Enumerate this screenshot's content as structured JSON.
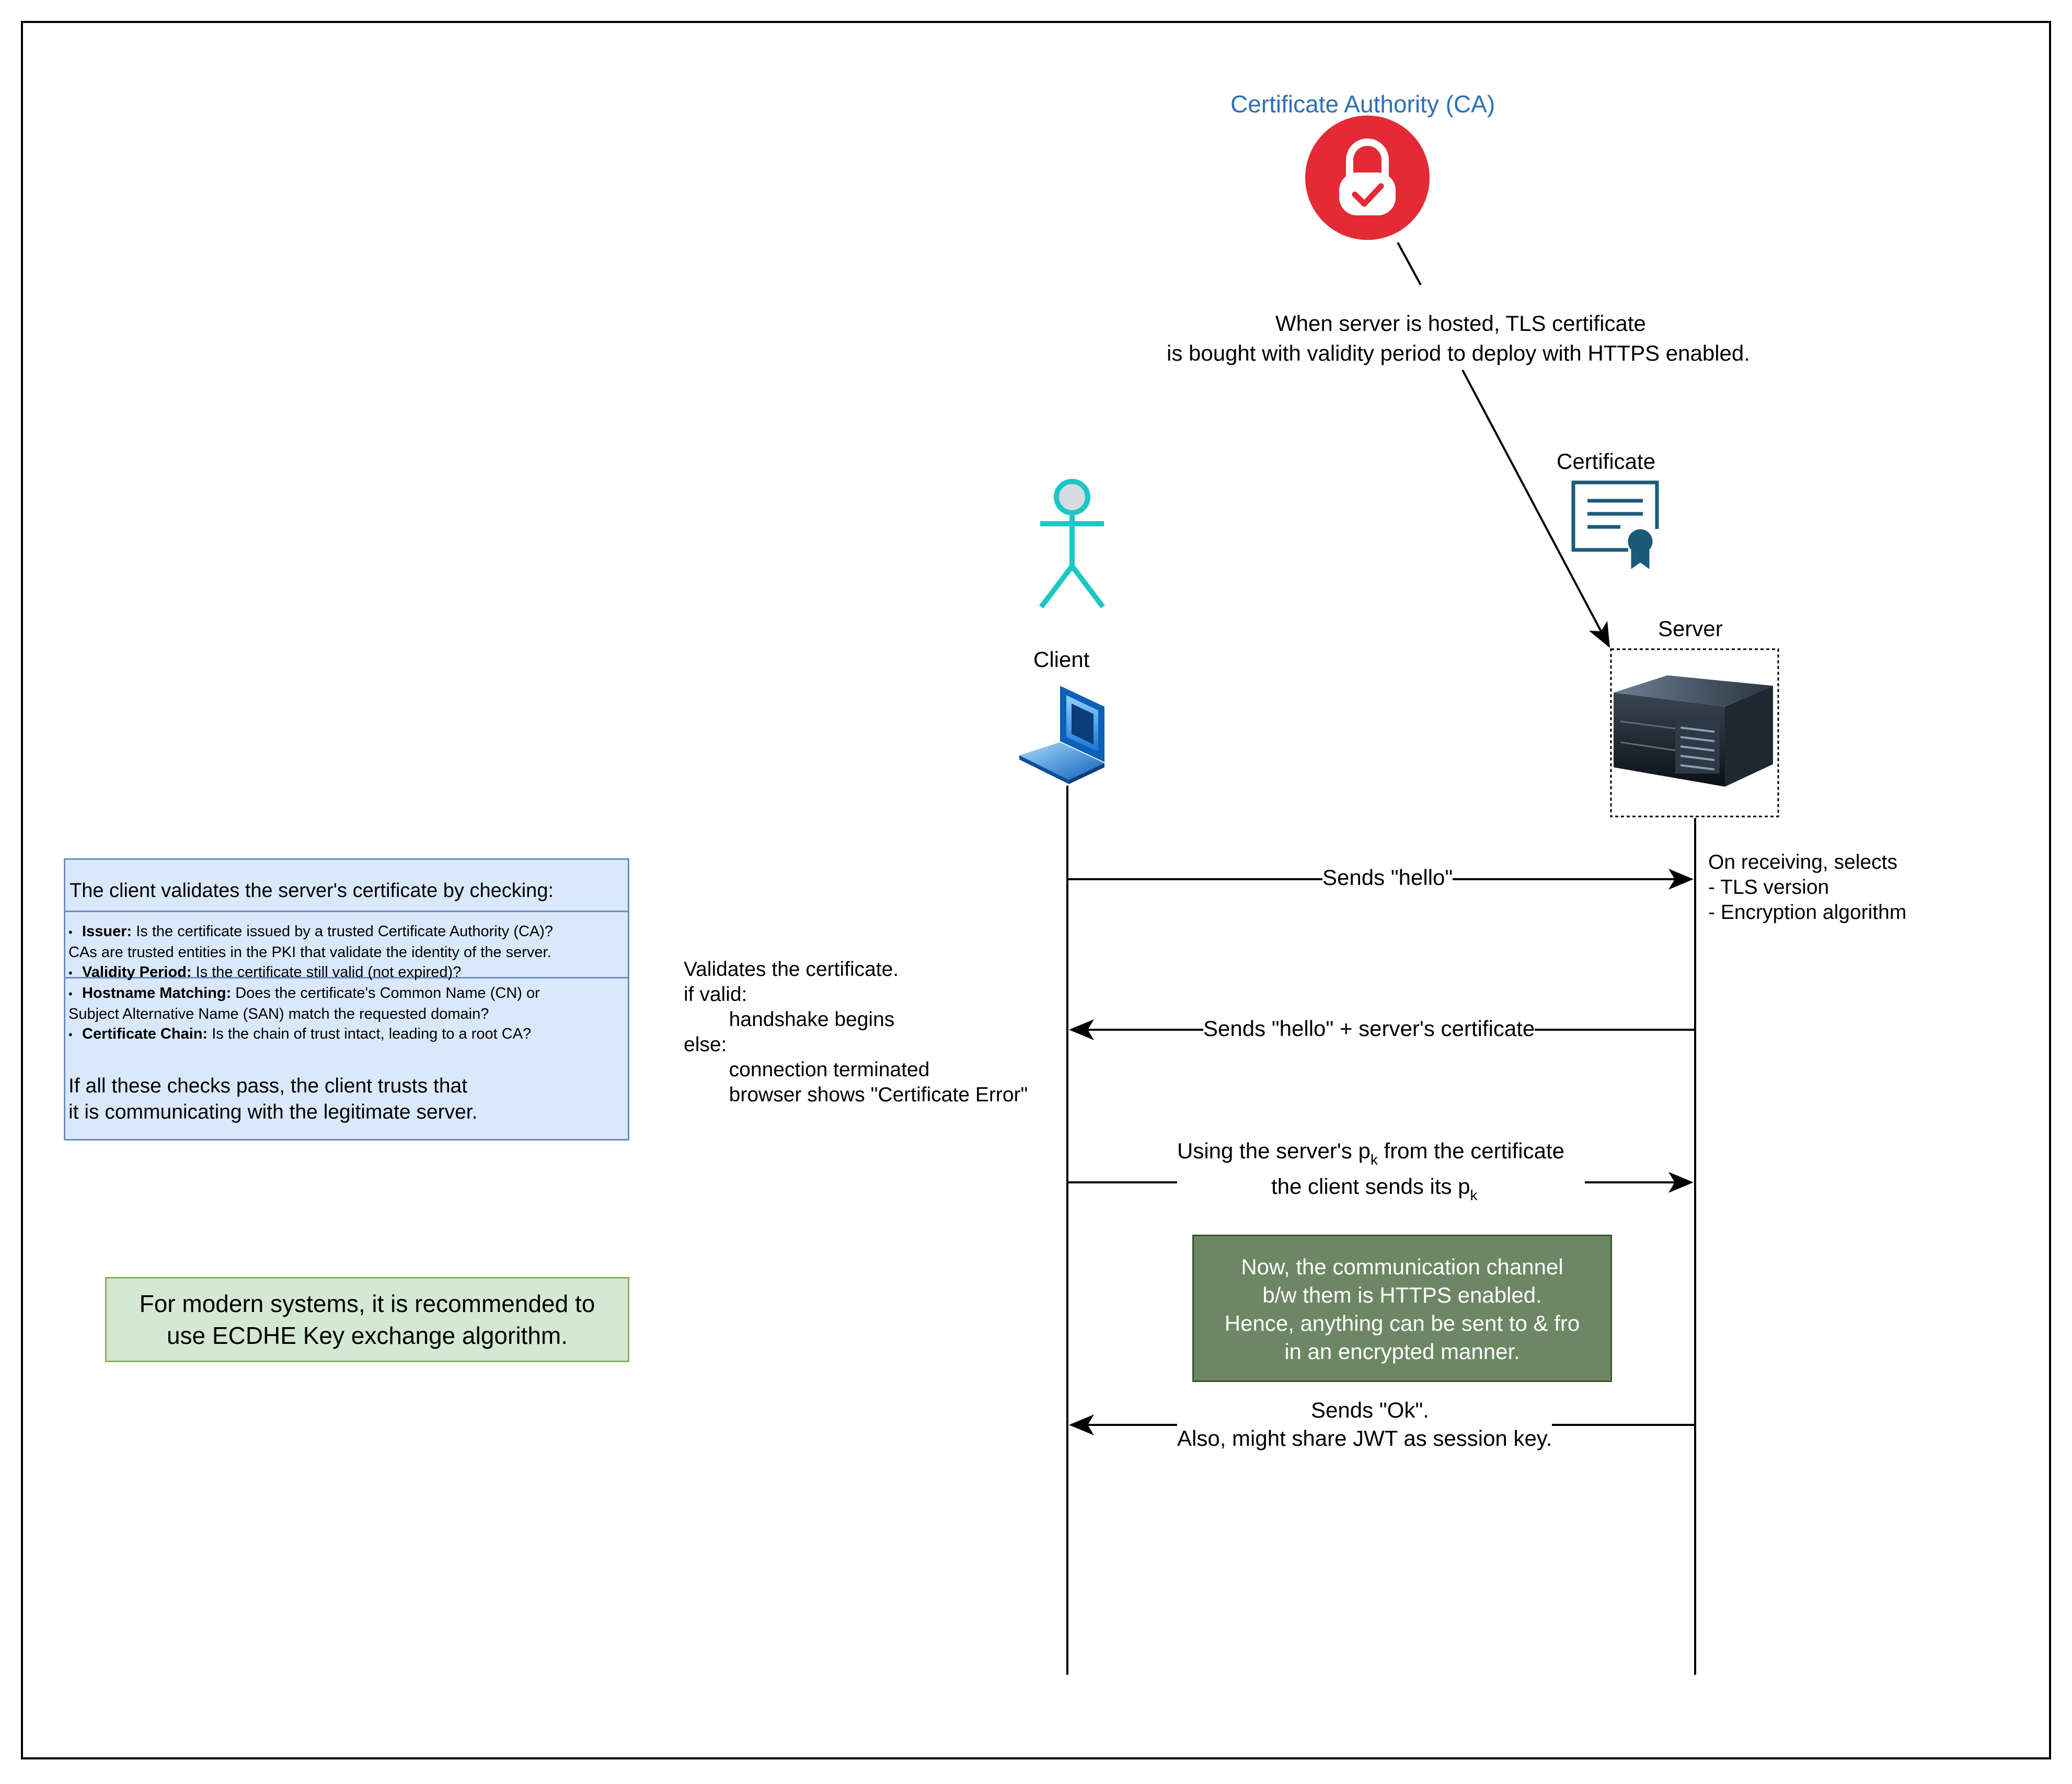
{
  "ca": {
    "title": "Certificate Authority (CA)",
    "note_line1": "When server is hosted, TLS certificate",
    "note_line2": "is bought with validity period to deploy with HTTPS enabled.",
    "icon": "lock-check-icon",
    "color": "#e32a35"
  },
  "certificate": {
    "label": "Certificate",
    "icon": "certificate-icon",
    "color": "#1d5a7a"
  },
  "client": {
    "label": "Client",
    "actor_color": "#1ec6c6",
    "icon": "laptop-icon"
  },
  "server": {
    "label": "Server",
    "icon": "server-rack-icon",
    "note": "On receiving, selects\n- TLS version\n- Encryption algorithm"
  },
  "client_note": "Validates the certificate.\nif valid:\n        handshake begins\nelse:\n        connection terminated\n        browser shows \"Certificate Error\"",
  "messages": {
    "hello": "Sends \"hello\"",
    "hello_reply": "Sends \"hello\" + server's certificate",
    "pk_line1_pre": "Using the server's p",
    "pk_sub": "k",
    "pk_line1_post": " from the certificate",
    "pk_line2_pre": "the client sends its p",
    "ok_line1": "Sends \"Ok\".",
    "ok_line2": "Also, might share JWT as session key."
  },
  "validation": {
    "header": "The client validates the server's certificate by checking:",
    "items": [
      {
        "bold": "Issuer:",
        "text": " Is the certificate issued by a trusted Certificate Authority (CA)?"
      },
      {
        "cont": "CAs are trusted entities in the PKI that validate the identity of the server."
      },
      {
        "bold": "Validity Period:",
        "text": " Is the certificate still valid (not expired)?"
      },
      {
        "bold": "Hostname Matching:",
        "text": " Does the certificate's Common Name (CN) or"
      },
      {
        "cont": "Subject Alternative Name (SAN) match the requested domain?"
      },
      {
        "bold": "Certificate Chain:",
        "text": " Is the chain of trust intact, leading to a root CA?"
      }
    ],
    "footer": "If all these checks pass, the client trusts that\nit is communicating with the legitimate server.",
    "fill": "#dae8fc",
    "border": "#6c8ebf"
  },
  "recommendation": {
    "text": "For modern systems, it is recommended to\nuse ECDHE Key exchange algorithm.",
    "fill": "#d5e8d4",
    "border": "#82b366"
  },
  "https_note": {
    "text": "Now, the communication channel\nb/w them is HTTPS enabled.\nHence, anything can be sent to & fro\nin an encrypted manner.",
    "fill": "#6d8764"
  }
}
